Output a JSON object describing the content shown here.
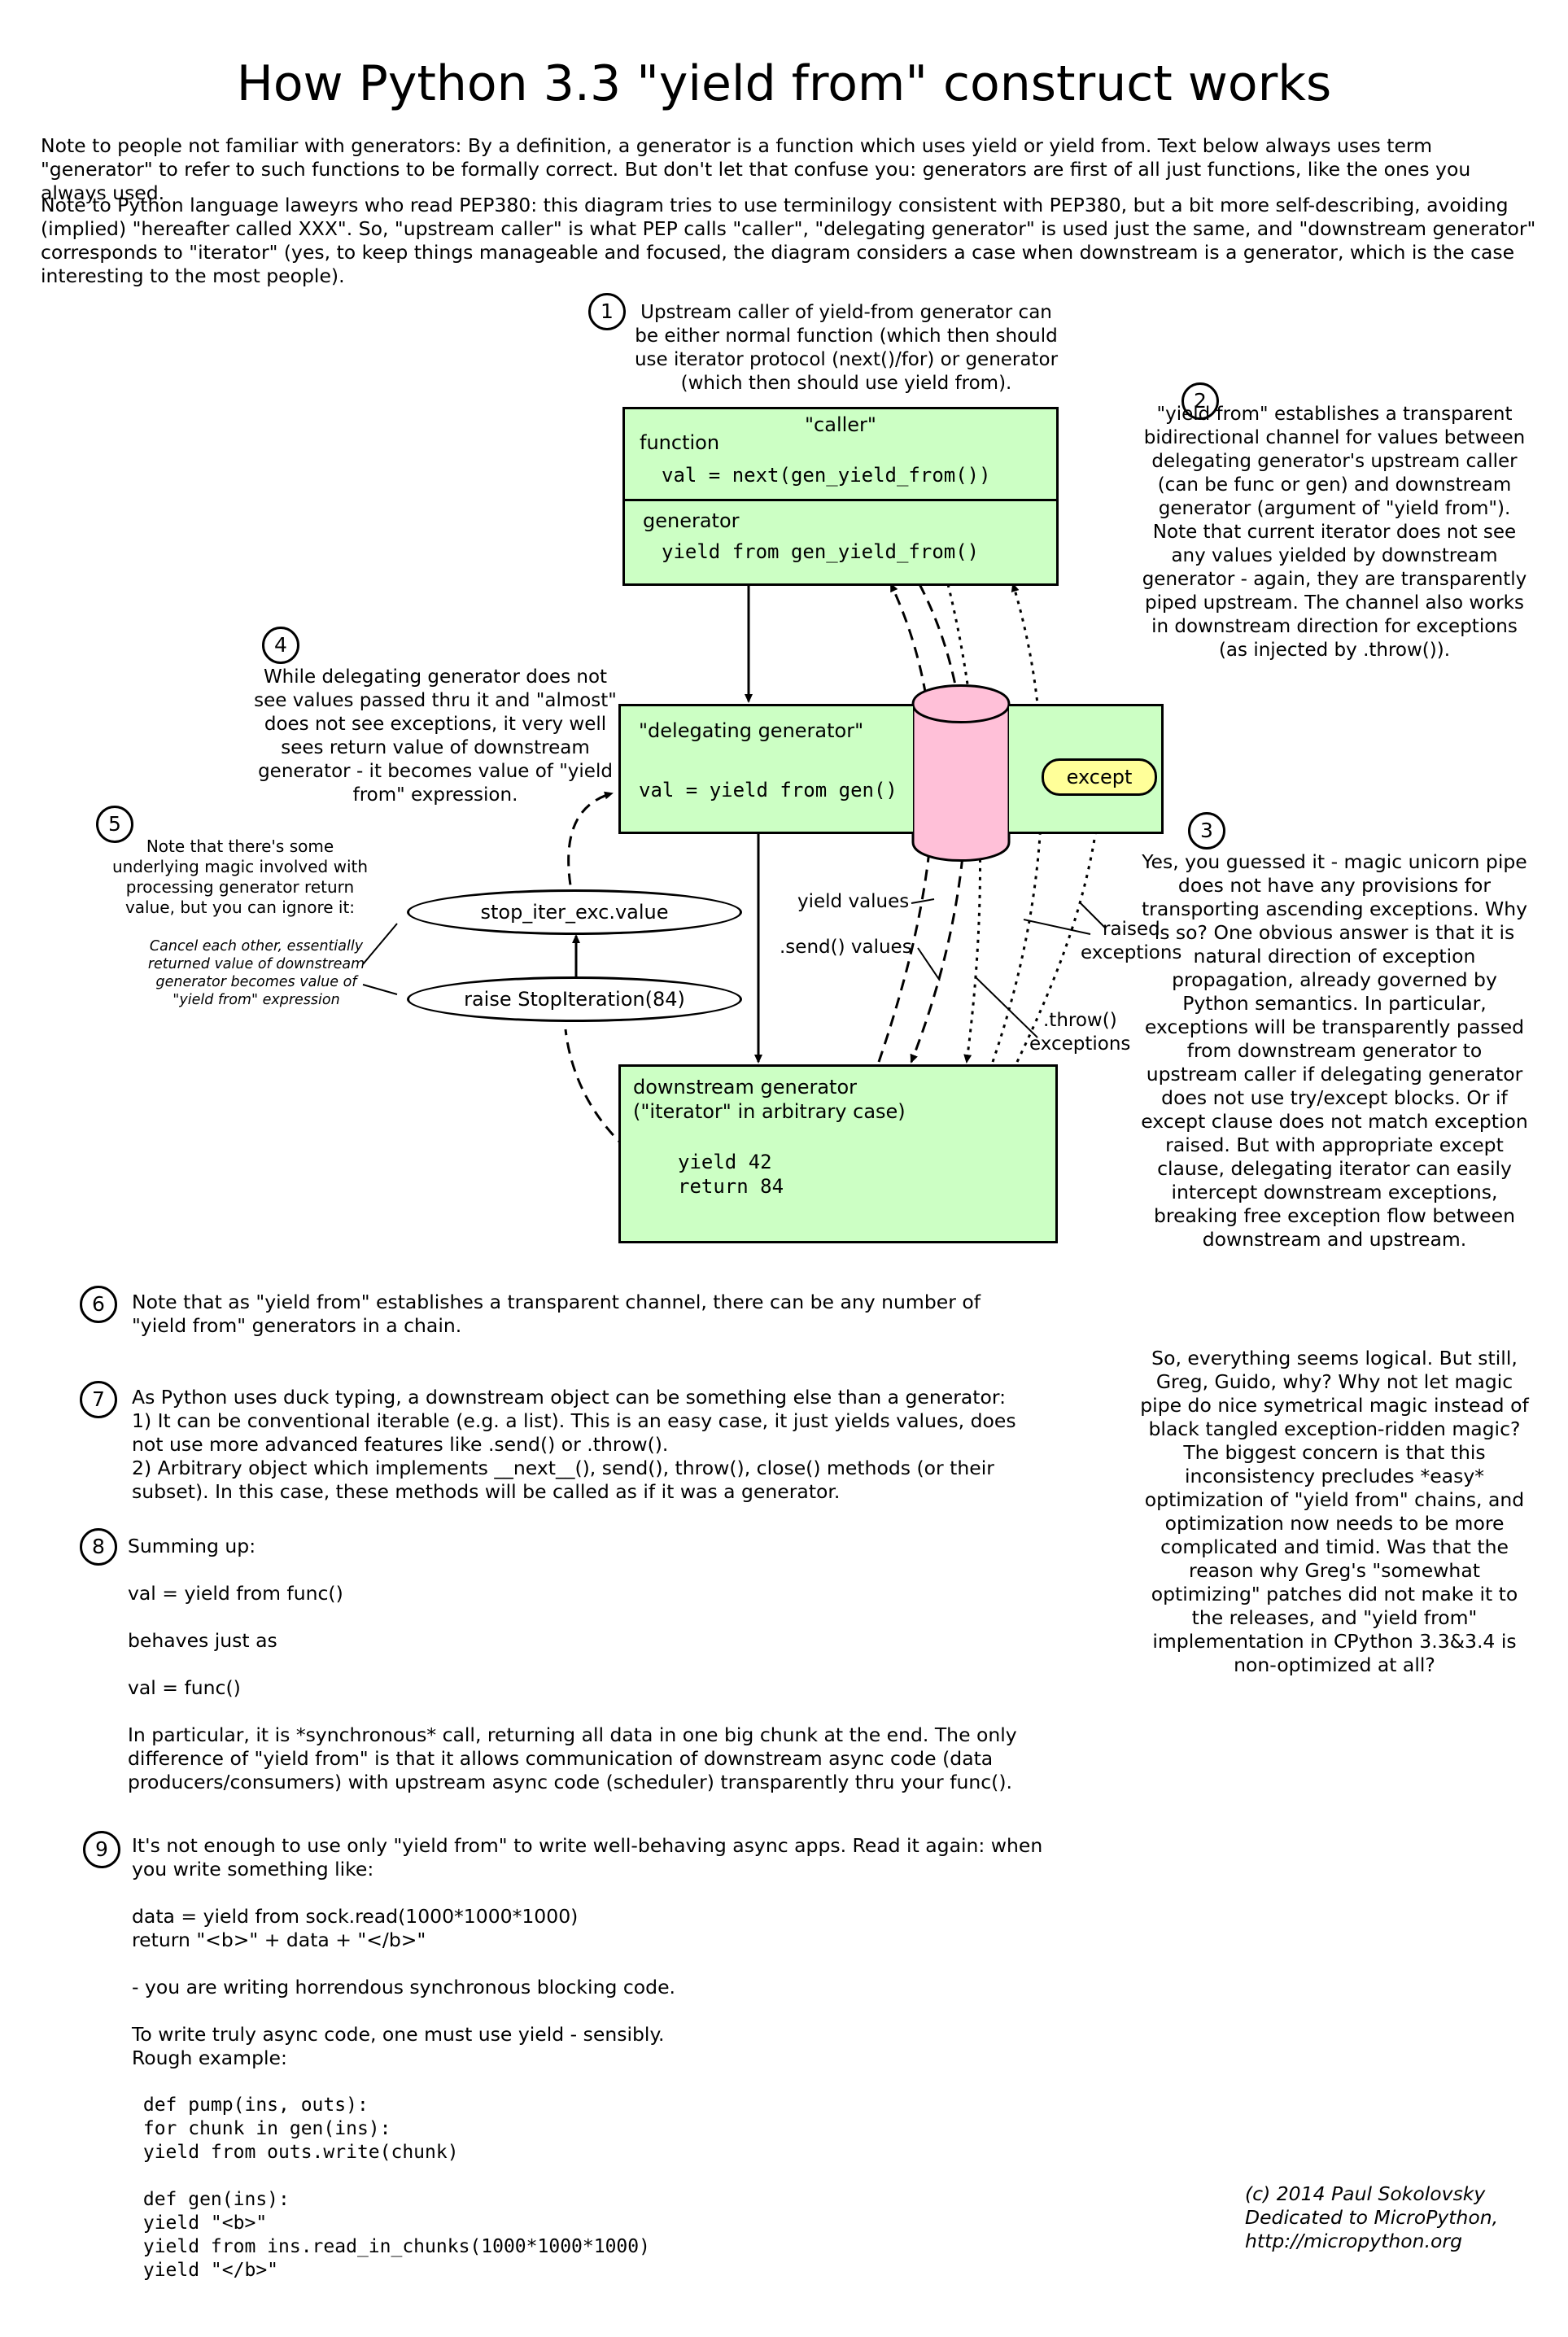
{
  "title": "How Python 3.3 \"yield from\" construct works",
  "notes": [
    "Note to people not familiar with generators: By a definition, a generator is a function which uses yield or yield from. Text below always uses term \"generator\" to refer to such functions to be formally correct. But don't let that confuse you: generators are first of all just functions, like the ones you always used.",
    "Note to Python language laweyrs who read PEP380: this diagram tries to use terminilogy consistent with PEP380, but a bit more self-describing, avoiding (implied) \"hereafter called XXX\". So, \"upstream caller\" is what PEP calls \"caller\", \"delegating generator\" is used just the same, and \"downstream generator\" corresponds to \"iterator\" (yes, to keep things manageable and focused, the diagram considers a case when downstream is a generator, which is the case interesting to the most people)."
  ],
  "markers": [
    "1",
    "2",
    "3",
    "4",
    "5",
    "6",
    "7",
    "8",
    "9"
  ],
  "callouts": {
    "c1": "Upstream caller of yield-from generator can be either normal function (which then should use iterator protocol (next()/for) or generator (which then should use yield from).",
    "c2": "\"yield from\" establishes a transparent bidirectional channel for values between delegating generator's upstream caller (can be func or gen) and downstream generator (argument of \"yield from\"). Note that current iterator does not see any values yielded by downstream generator - again, they are transparently piped upstream. The channel also works in downstream direction for exceptions (as injected by .throw()).",
    "c3": "Yes, you guessed it - magic unicorn pipe does not have any provisions for transporting ascending exceptions. Why is so? One obvious answer is that it is natural direction of exception propagation, already governed by Python semantics. In particular, exceptions will be transparently passed from downstream generator to upstream caller if delegating generator does not use try/except blocks. Or if except clause does not match exception raised. But with appropriate except clause, delegating iterator can easily intercept downstream exceptions, breaking free exception flow between downstream and upstream.",
    "c3b": "So, everything seems logical. But still, Greg, Guido, why? Why not let magic pipe do nice symetrical magic instead of black tangled exception-ridden magic? The biggest concern is that this inconsistency precludes *easy* optimization of \"yield from\" chains, and optimization now needs to be more complicated and timid. Was that the reason why Greg's \"somewhat optimizing\" patches did not make it to the releases, and \"yield from\" implementation in CPython 3.3&3.4 is non-optimized at all?",
    "c4": "While delegating generator does not see values passed thru it and \"almost\" does not see exceptions, it very well sees return value of downstream generator - it becomes value of \"yield from\" expression.",
    "c5": "Note that there's some underlying magic involved with processing generator return value, but you can ignore it:",
    "c5b": "Cancel each other, essentially returned value of downstream generator becomes value of \"yield from\" expression"
  },
  "caller_box": {
    "heading": "\"caller\"",
    "function_label": "function",
    "function_code": "val = next(gen_yield_from())",
    "generator_label": "generator",
    "generator_code": "yield from gen_yield_from()"
  },
  "delegating_box": {
    "heading": "\"delegating generator\"",
    "code": "val = yield from gen()",
    "except_label": "except"
  },
  "downstream_box": {
    "heading": "downstream generator",
    "subheading": "(\"iterator\" in arbitrary case)",
    "code_lines": [
      "yield 42",
      "return 84"
    ]
  },
  "ovals": {
    "stop_iter": "stop_iter_exc.value",
    "raise": "raise StopIteration(84)"
  },
  "arrow_labels": {
    "yield_values": "yield values",
    "send_values": ".send() values",
    "raised": "raised",
    "raised_exc": "exceptions",
    "throw": ".throw()",
    "throw_exc": "exceptions"
  },
  "section6": "Note that as \"yield from\" establishes a transparent channel, there can be any number of \"yield from\" generators in a chain.",
  "section7": {
    "intro": "As Python uses duck typing, a downstream object can be something else than a generator:",
    "p1": "1) It can be conventional iterable (e.g. a list). This is an easy case, it just yields values, does not use more advanced features like .send() or .throw().",
    "p2": "2) Arbitrary object which implements __next__(), send(), throw(), close() methods (or their subset). In this case, these methods will be called as if it was a generator."
  },
  "section8": {
    "intro": "Summing up:",
    "line1": "val = yield from func()",
    "line2": "behaves just as",
    "line3": "val = func()",
    "body": "In particular, it is *synchronous* call, returning all data in one big chunk at the end. The only difference of \"yield from\" is that it allows communication of downstream async code (data producers/consumers) with upstream async code (scheduler) transparently thru your func()."
  },
  "section9": {
    "intro": "It's not enough to use only \"yield from\" to write well-behaving async apps. Read it again: when you write something like:",
    "code1": "data = yield from sock.read(1000*1000*1000)",
    "code2": "return \"<b>\" + data + \"</b>\"",
    "warn": "- you are writing horrendous synchronous blocking code.",
    "advice1": "To write truly async code, one must use yield - sensibly.",
    "advice2": "Rough example:",
    "example": " def pump(ins, outs):\n for chunk in gen(ins):\n yield from outs.write(chunk)\n\n def gen(ins):\n yield \"<b>\"\n yield from ins.read_in_chunks(1000*1000*1000)\n yield \"</b>\""
  },
  "credit": {
    "line1": "(c) 2014 Paul Sokolovsky",
    "line2": "Dedicated to MicroPython,",
    "line3": "http://micropython.org"
  },
  "colors": {
    "box_green": "#ccffc4",
    "pipe_pink": "#ffc0d8",
    "except_yellow": "#ffff99"
  }
}
